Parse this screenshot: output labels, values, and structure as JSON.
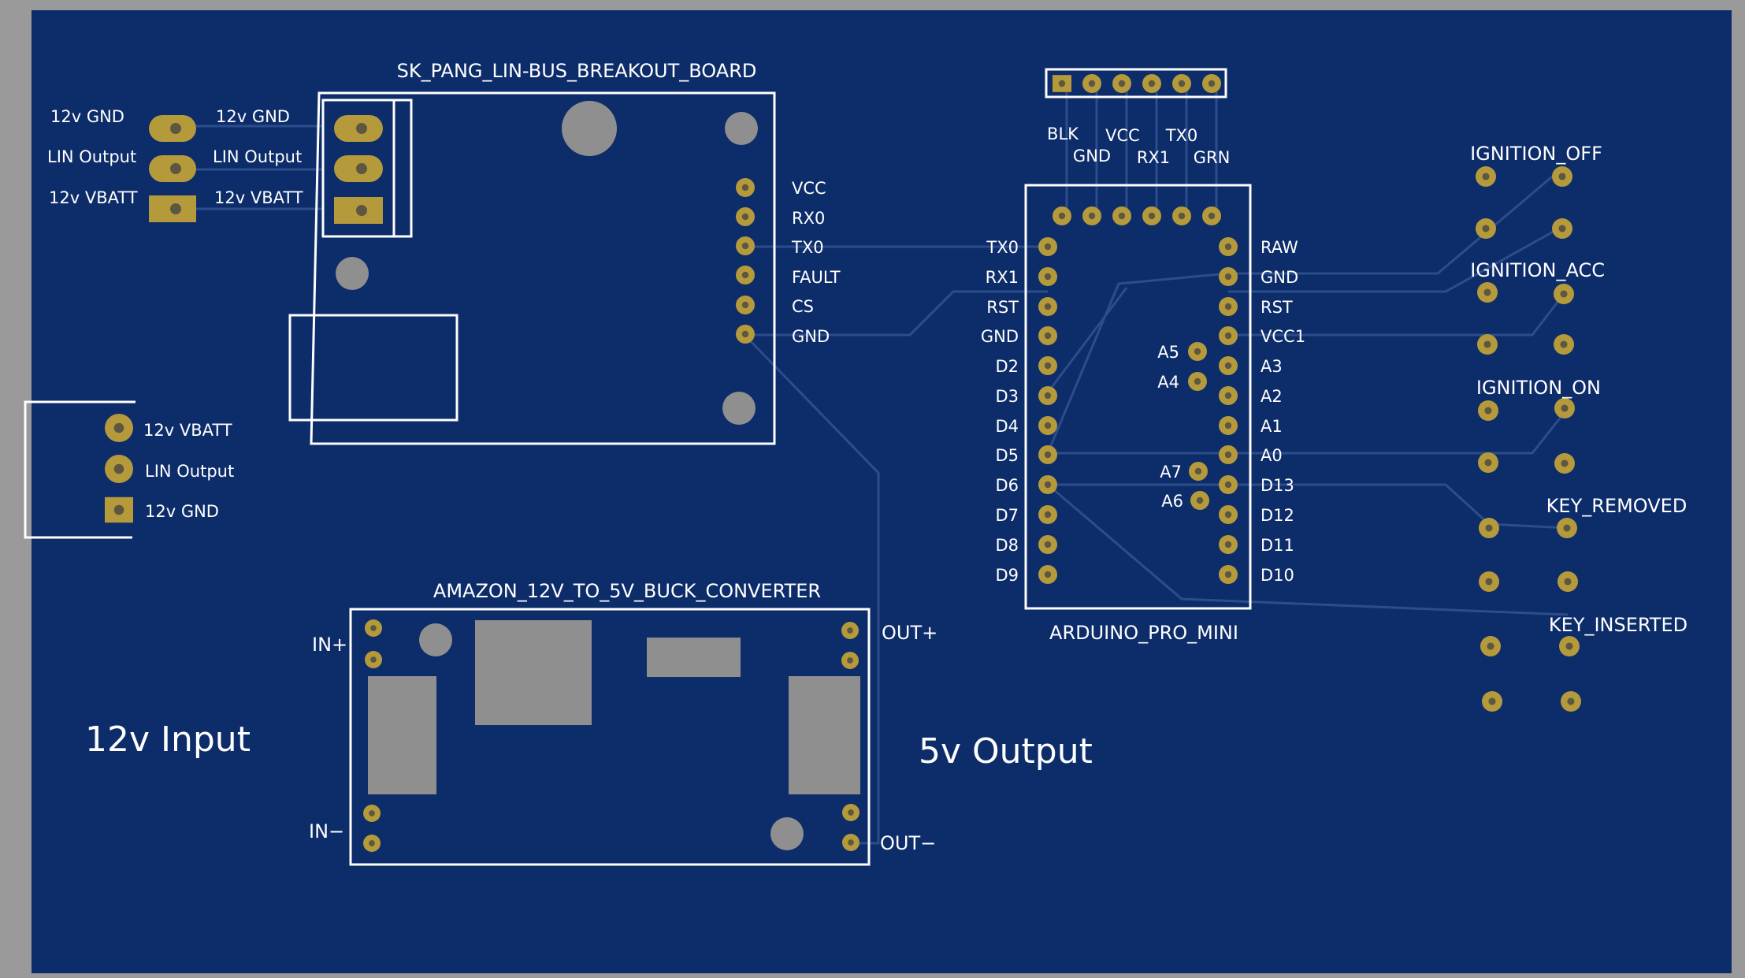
{
  "colors": {
    "background": "#9a9a9a",
    "board": "#0d2c6a",
    "trace": "#2c4d8c",
    "silkscreen": "#ffffff",
    "pad": "#b59a3c",
    "component": "#8f8f8f"
  },
  "labels": {
    "lin_title": "SK_PANG_LIN-BUS_BREAKOUT_BOARD",
    "buck_title": "AMAZON_12V_TO_5V_BUCK_CONVERTER",
    "arduino_title": "ARDUINO_PRO_MINI",
    "input_12v": "12v Input",
    "output_5v": "5v Output",
    "buck_in_plus": "IN+",
    "buck_in_minus": "IN−",
    "buck_out_plus": "OUT+",
    "buck_out_minus": "OUT−",
    "conn_left": [
      "12v GND",
      "LIN Output",
      "12v VBATT"
    ],
    "conn_right": [
      "12v GND",
      "LIN Output",
      "12v VBATT"
    ],
    "conn_bottom": [
      "12v VBATT",
      "LIN Output",
      "12v GND"
    ],
    "lin_pins": [
      "VCC",
      "RX0",
      "TX0",
      "FAULT",
      "CS",
      "GND"
    ],
    "header_top": [
      "BLK",
      "VCC",
      "TX0"
    ],
    "header_bottom": [
      "GND",
      "RX1",
      "GRN"
    ],
    "arduino_left": [
      "TX0",
      "RX1",
      "RST",
      "GND",
      "D2",
      "D3",
      "D4",
      "D5",
      "D6",
      "D7",
      "D8",
      "D9"
    ],
    "arduino_right": [
      "RAW",
      "GND",
      "RST",
      "VCC1",
      "A3",
      "A2",
      "A1",
      "A0",
      "D13",
      "D12",
      "D11",
      "D10"
    ],
    "arduino_inner": [
      "A5",
      "A4",
      "A7",
      "A6"
    ],
    "ignition": [
      "IGNITION_OFF",
      "IGNITION_ACC",
      "IGNITION_ON",
      "KEY_REMOVED",
      "KEY_INSERTED"
    ]
  }
}
